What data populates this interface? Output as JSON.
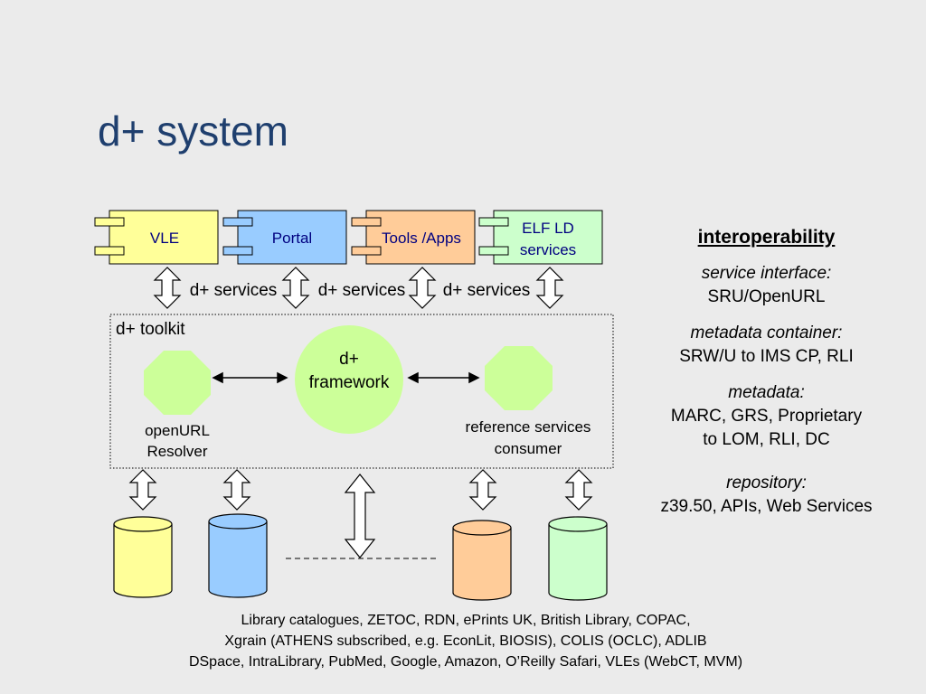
{
  "title": "d+ system",
  "apps": [
    {
      "label": "VLE",
      "color": "#ffff99"
    },
    {
      "label": "Portal",
      "color": "#99ccff"
    },
    {
      "label": "Tools /Apps",
      "color": "#ffcc99"
    },
    {
      "label_line1": "ELF LD",
      "label_line2": "services",
      "color": "#ccffcc"
    }
  ],
  "services_labels": [
    "d+ services",
    "d+ services",
    "d+ services"
  ],
  "toolkit": {
    "label": "d+ toolkit",
    "framework_line1": "d+",
    "framework_line2": "framework",
    "framework_color": "#ccff99",
    "resolver_line1": "openURL",
    "resolver_line2": "Resolver",
    "consumer_line1": "reference services",
    "consumer_line2": "consumer"
  },
  "repository_colors": [
    "#ffff99",
    "#99ccff",
    "#ffcc99",
    "#ccffcc"
  ],
  "sidebar": {
    "heading": "interoperability",
    "groups": [
      {
        "label": "service interface:",
        "value": "SRU/OpenURL"
      },
      {
        "label": "metadata container:",
        "value": "SRW/U to IMS CP, RLI"
      },
      {
        "label": "metadata:",
        "value_line1": "MARC, GRS, Proprietary",
        "value_line2": "to LOM, RLI, DC"
      },
      {
        "label": "repository:",
        "value": "z39.50, APIs, Web Services"
      }
    ]
  },
  "footer": {
    "line1": "Library catalogues, ZETOC, RDN, ePrints UK, British Library, COPAC,",
    "line2": "Xgrain (ATHENS subscribed, e.g. EconLit, BIOSIS), COLIS (OCLC), ADLIB",
    "line3": "DSpace, IntraLibrary, PubMed, Google, Amazon, O’Reilly Safari, VLEs (WebCT, MVM)"
  }
}
